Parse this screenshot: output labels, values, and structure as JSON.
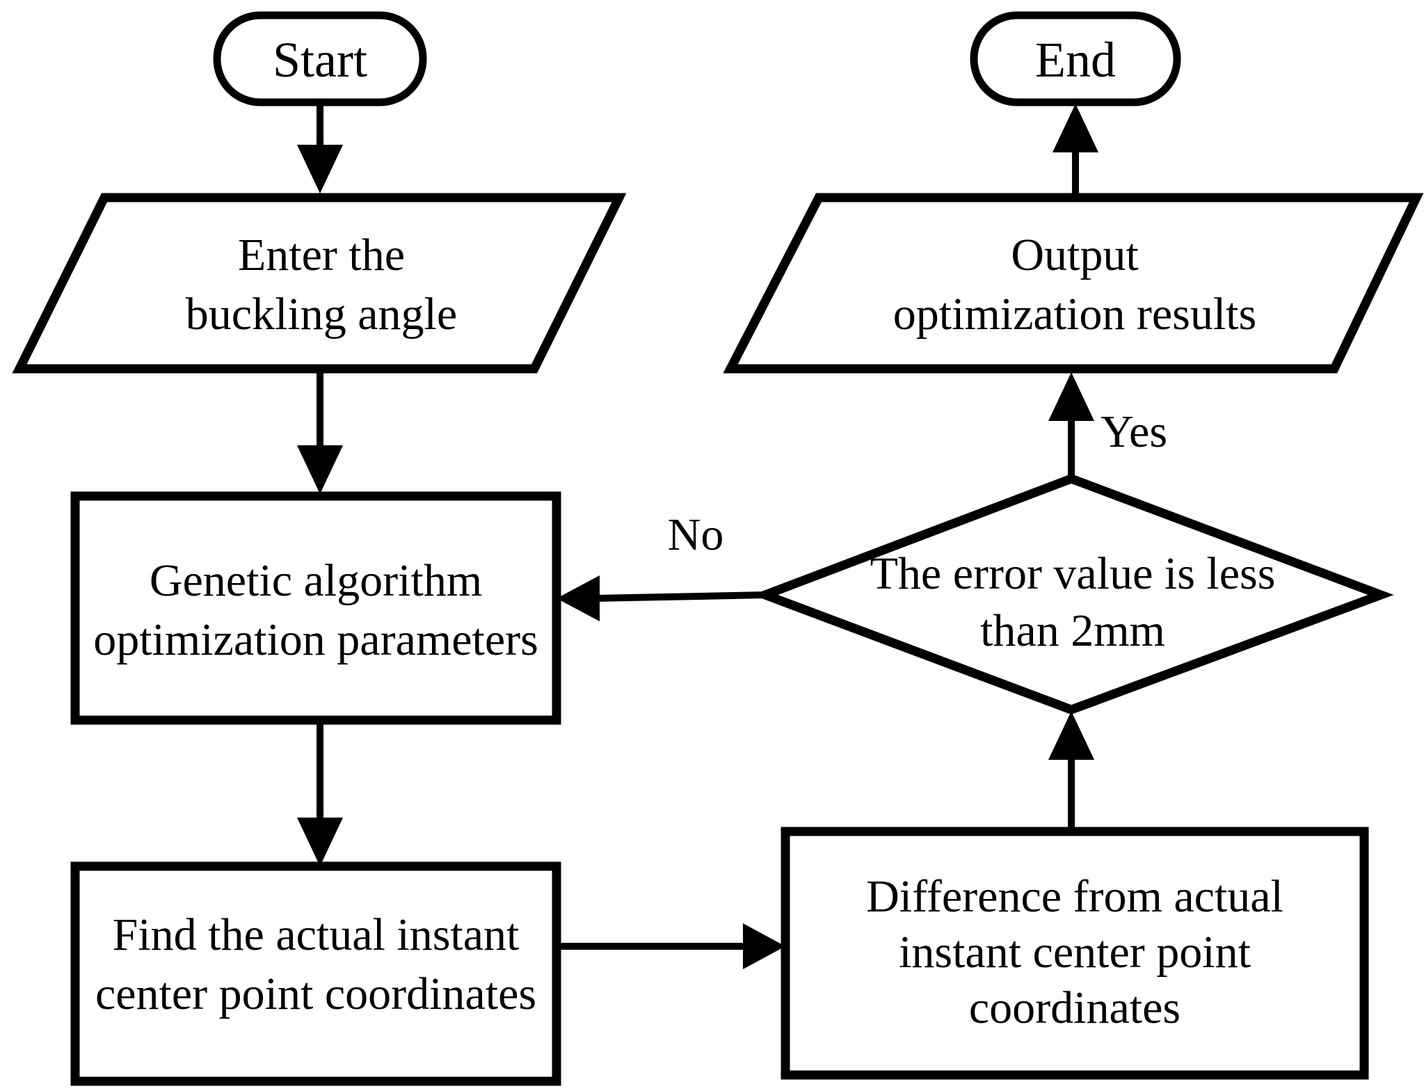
{
  "figure": {
    "type": "flowchart",
    "colors": {
      "stroke": "#000000",
      "fill": "#ffffff",
      "background": "#ffffff"
    },
    "nodes": {
      "start": {
        "shape": "terminator",
        "label": "Start"
      },
      "end": {
        "shape": "terminator",
        "label": "End"
      },
      "enter_angle": {
        "shape": "parallelogram",
        "lines": [
          "Enter the",
          "buckling angle"
        ]
      },
      "ga_params": {
        "shape": "rectangle",
        "lines": [
          "Genetic algorithm",
          "optimization parameters"
        ]
      },
      "find_center": {
        "shape": "rectangle",
        "lines": [
          "Find the actual instant",
          "center point coordinates"
        ]
      },
      "difference": {
        "shape": "rectangle",
        "lines": [
          "Difference from actual",
          "instant center point",
          "coordinates"
        ]
      },
      "decision": {
        "shape": "diamond",
        "lines": [
          "The error value is less",
          "than 2mm"
        ]
      },
      "output": {
        "shape": "parallelogram",
        "lines": [
          "Output",
          "optimization results"
        ]
      }
    },
    "branches": {
      "yes_label": "Yes",
      "no_label": "No"
    }
  }
}
